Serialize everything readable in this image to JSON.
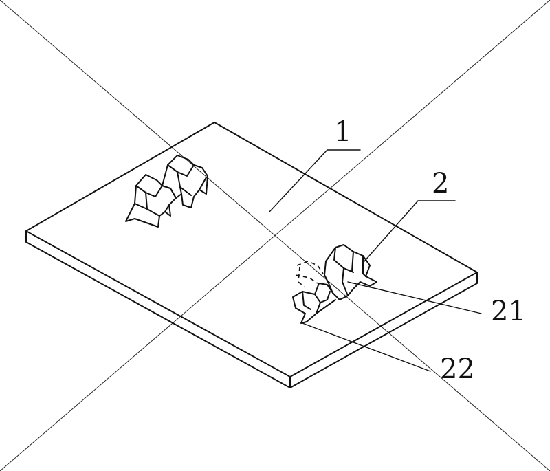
{
  "labels": {
    "plate": "1",
    "clip": "2",
    "clip_part_a": "21",
    "clip_part_b": "22"
  }
}
